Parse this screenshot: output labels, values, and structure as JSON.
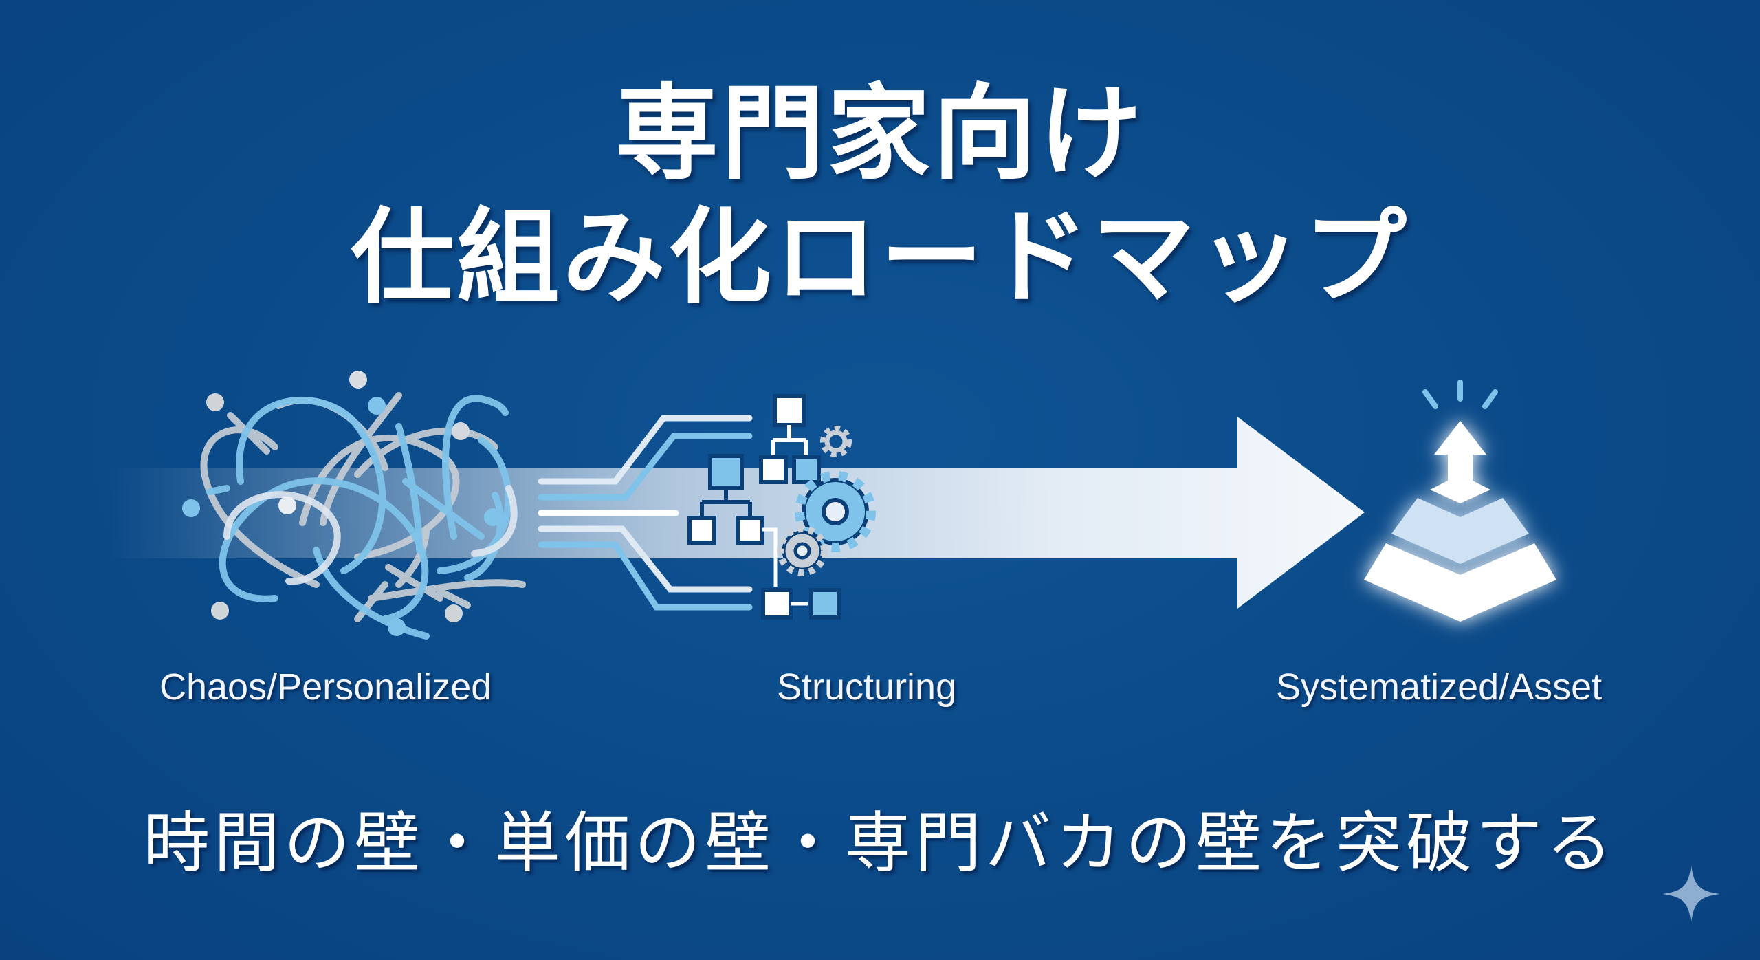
{
  "title": {
    "line1": "専門家向け",
    "line2": "仕組み化ロードマップ"
  },
  "stages": [
    {
      "label": "Chaos/Personalized",
      "icon": "tangled-lines-icon"
    },
    {
      "label": "Structuring",
      "icon": "flowchart-gears-icon"
    },
    {
      "label": "Systematized/Asset",
      "icon": "glowing-pyramid-icon"
    }
  ],
  "subtitle": "時間の壁・単価の壁・専門バカの壁を突破する",
  "colors": {
    "background": "#0b4a88",
    "text": "#ffffff",
    "accent_light_blue": "#7fc3ea",
    "accent_gray": "#c9cfd6",
    "band": "#dfe9f4"
  }
}
